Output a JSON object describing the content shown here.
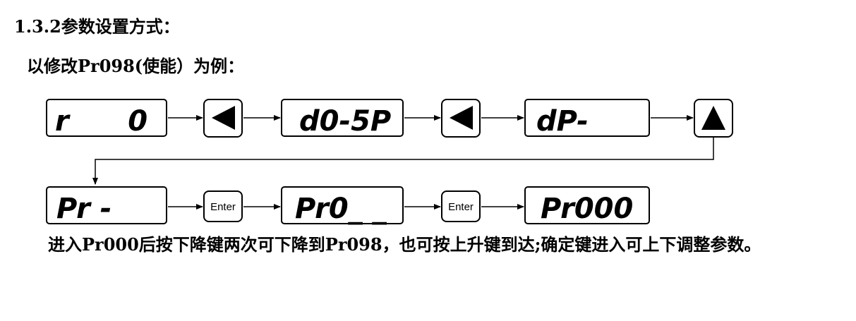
{
  "section_title": "1.3.2参数设置方式：",
  "example_title": "以修改Pr098(使能）为例：",
  "row1": {
    "display1": "r      0",
    "display2": "d0-5P",
    "display3": "dP-"
  },
  "row2": {
    "display1": "Pr -",
    "enter_key_1": "Enter",
    "display2": "Pr0_ _",
    "enter_key_2": "Enter",
    "display3": "Pr000"
  },
  "note": "进入Pr000后按下降键两次可下降到Pr098，也可按上升键到达;确定键进入可上下调整参数。"
}
